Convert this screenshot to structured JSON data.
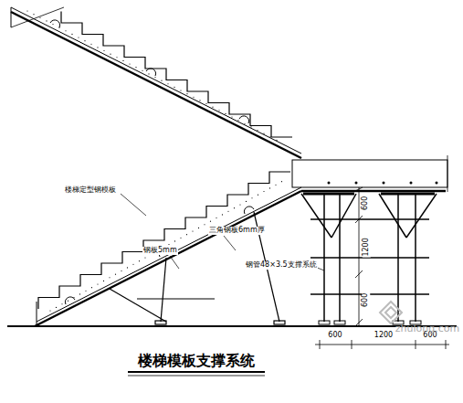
{
  "diagram": {
    "title": "楼梯模板支撑系统",
    "labels": [
      "楼梯定型钢模板",
      "三角钢板6mm厚",
      "钢板5mm",
      "钢管48×3.5支撑系统",
      "600",
      "1200",
      "600",
      "600",
      "1200",
      "600",
      "zhulong.com"
    ]
  }
}
